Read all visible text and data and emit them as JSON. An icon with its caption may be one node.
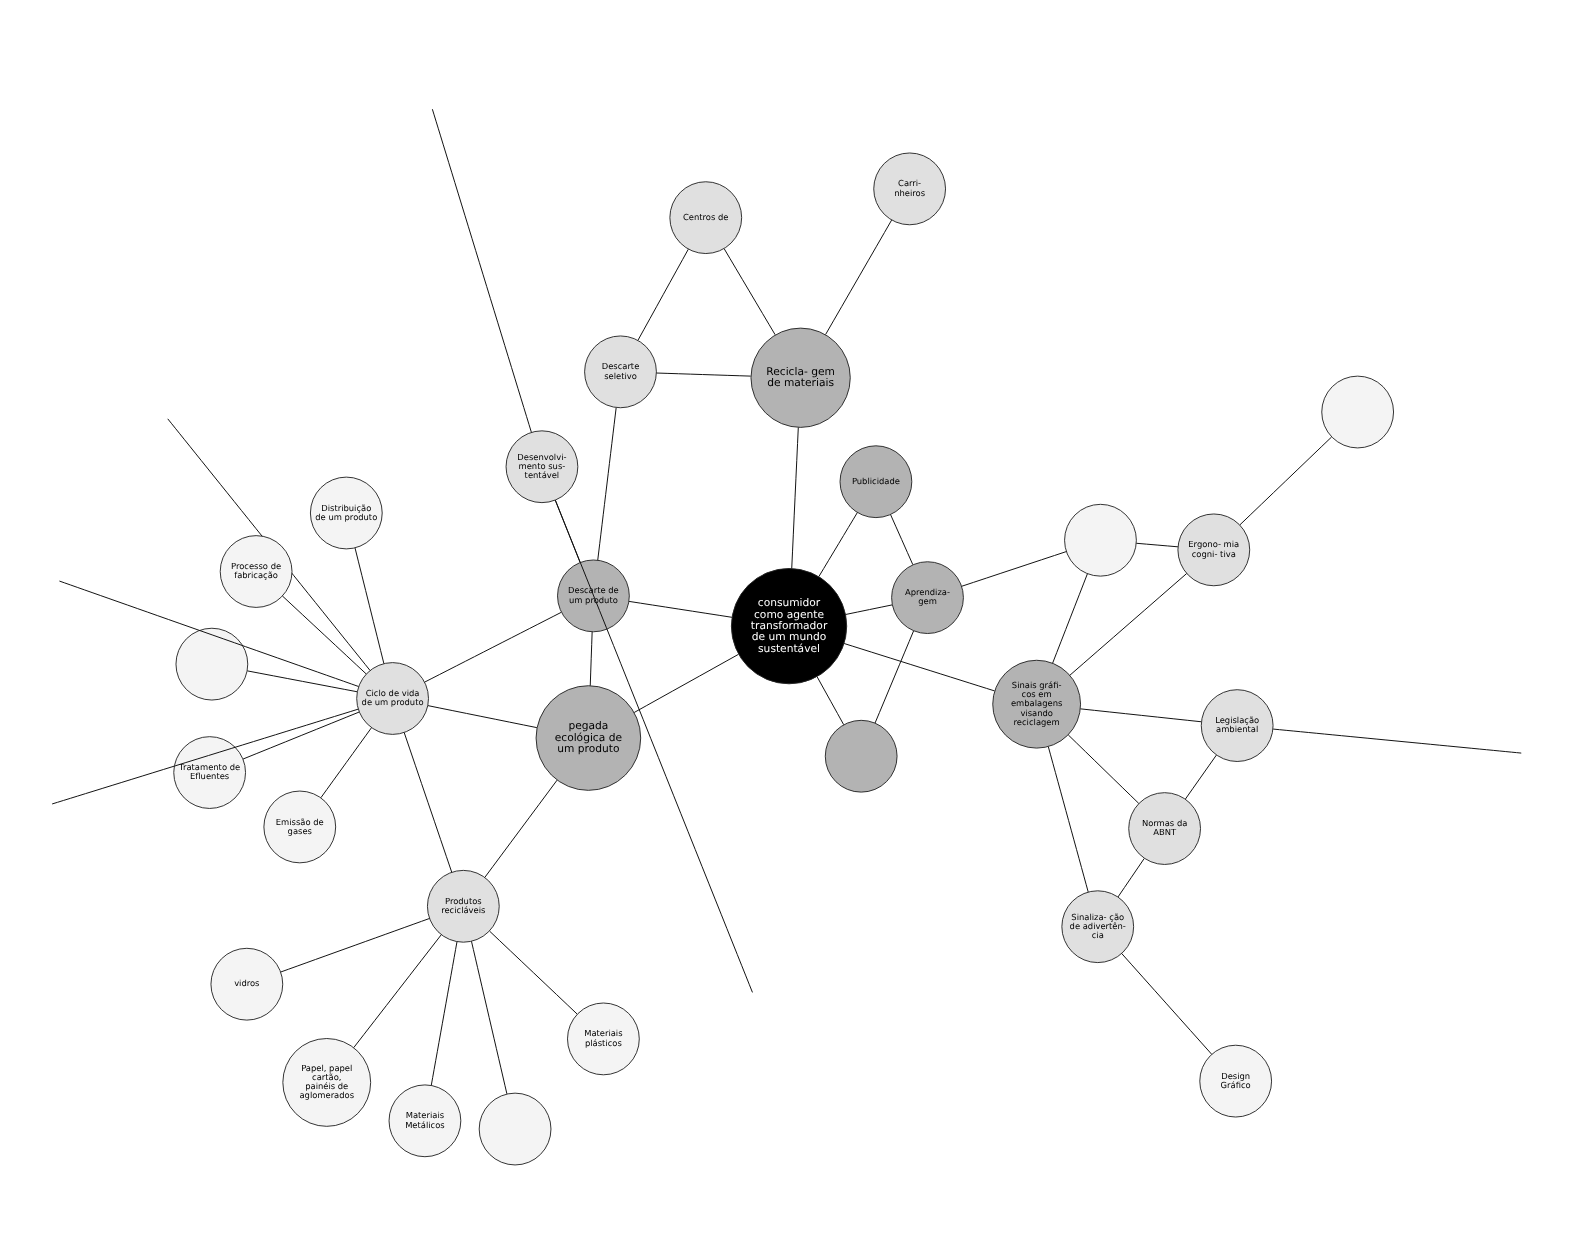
{
  "diagram": {
    "nodes": [
      {
        "text": [],
        "shape": "circle"
      },
      {
        "text": [
          "Materiais plásticos"
        ]
      },
      {
        "text": [],
        "shape": "circle"
      },
      {
        "text": [
          "vidros"
        ]
      },
      {
        "text": [
          "Tratamento de Efluentes"
        ]
      },
      {
        "text": [
          "Produtos recicláveis"
        ]
      },
      {
        "text": [
          "Papel, papel cartão, painéis de aglomerados"
        ]
      },
      {
        "text": [
          "Design Gráfico"
        ]
      },
      {
        "text": [
          "Materiais Metálicos"
        ]
      },
      {
        "text": [
          "Emissão de gases"
        ]
      },
      {
        "text": [
          "Sinaliza- ção de adivertên- cia"
        ]
      },
      {
        "text": [
          "Ciclo de vida de um produto"
        ]
      },
      {
        "text": [
          "pegada ecológica de um produto"
        ]
      },
      {
        "text": [
          "Distribuição de um produto"
        ]
      },
      {
        "text": [
          "Sinais gráfi- cos em embalagens visando reciclagem"
        ]
      },
      {
        "text": [
          "Normas da ABNT"
        ]
      },
      {
        "text": [
          "Descarte de um produto"
        ]
      },
      {
        "text": [
          "Processo de fabricação"
        ]
      },
      {
        "text": [
          "consumidor como agente transformador de um mundo sustentável"
        ]
      },
      {
        "text": [
          "Carri- nheiros"
        ]
      },
      {
        "text": [
          "Publicidade"
        ]
      },
      {
        "text": [
          "Legislação ambiental"
        ]
      },
      {
        "text": [
          "Desenvolvi- mento sus- tentável"
        ]
      },
      {
        "text": [
          "Descarte seletivo"
        ]
      },
      {
        "text": [
          "Recicla- gem de materiais"
        ]
      },
      {
        "text": [
          "Ergono- mia cogni- tiva"
        ]
      },
      {
        "text": [
          "Aprendiza- gem"
        ]
      },
      {
        "text": [
          "Centros de"
        ]
      },
      {
        "text": [],
        "shape": "circle"
      },
      {
        "text": [],
        "shape": "circle"
      },
      {
        "text": [],
        "shape": "circle"
      }
    ],
    "edges": [
      {
        "from": 11,
        "to": 0,
        "arrow": "none"
      },
      {
        "from": 11,
        "to": null,
        "arrow": "none"
      },
      {
        "from": 11,
        "to": null,
        "arrow": "none"
      },
      {
        "from": 11,
        "to": null,
        "arrow": "none"
      },
      {
        "from": 11,
        "to": 4,
        "arrow": "none"
      },
      {
        "from": 11,
        "to": 9,
        "arrow": "none"
      },
      {
        "from": 11,
        "to": 13,
        "arrow": "none"
      },
      {
        "from": 11,
        "to": 5,
        "arrow": "none"
      },
      {
        "from": 11,
        "to": 12,
        "arrow": "none"
      },
      {
        "from": 11,
        "to": 16,
        "arrow": "none"
      },
      {
        "from": 17,
        "to": 11,
        "arrow": "none"
      },
      {
        "from": 5,
        "to": 3,
        "arrow": "none"
      },
      {
        "from": 5,
        "to": 1,
        "arrow": "none"
      },
      {
        "from": 5,
        "to": 2,
        "arrow": "none"
      },
      {
        "from": 5,
        "to": 6,
        "arrow": "none"
      },
      {
        "from": 5,
        "to": 8,
        "arrow": "none"
      },
      {
        "from": 5,
        "to": 12,
        "arrow": "none"
      },
      {
        "from": 12,
        "to": 16,
        "arrow": "none"
      },
      {
        "from": 12,
        "to": 18,
        "arrow": "none"
      },
      {
        "from": 7,
        "to": 10,
        "arrow": "none"
      },
      {
        "from": 10,
        "to": 14,
        "arrow": "none"
      },
      {
        "from": 10,
        "to": 15,
        "arrow": "none"
      },
      {
        "from": 14,
        "to": 15,
        "arrow": "none"
      },
      {
        "from": 14,
        "to": 18,
        "arrow": "none"
      },
      {
        "from": 14,
        "to": 21,
        "arrow": "none"
      },
      {
        "from": 14,
        "to": 25,
        "arrow": "none"
      },
      {
        "from": 14,
        "to": 29,
        "arrow": "none"
      },
      {
        "from": 15,
        "to": 21,
        "arrow": "none"
      },
      {
        "from": 21,
        "to": null,
        "arrow": "none"
      },
      {
        "from": 16,
        "to": 18,
        "arrow": "none"
      },
      {
        "from": 16,
        "to": 23,
        "arrow": "none"
      },
      {
        "from": 16,
        "to": 22,
        "arrow": "none"
      },
      {
        "from": 19,
        "to": 24,
        "arrow": "none"
      },
      {
        "from": 23,
        "to": 24,
        "arrow": "none"
      },
      {
        "from": 23,
        "to": 27,
        "arrow": "none"
      },
      {
        "from": 27,
        "to": 24,
        "arrow": "none"
      },
      {
        "from": 18,
        "to": 24,
        "arrow": "none"
      },
      {
        "from": 18,
        "to": 20,
        "arrow": "none"
      },
      {
        "from": 18,
        "to": 26,
        "arrow": "none"
      },
      {
        "from": 18,
        "to": 28,
        "arrow": "none"
      },
      {
        "from": 20,
        "to": 26,
        "arrow": "none"
      },
      {
        "from": 26,
        "to": 28,
        "arrow": "none"
      },
      {
        "from": 26,
        "to": 29,
        "arrow": "none"
      },
      {
        "from": 25,
        "to": 29,
        "arrow": "none"
      },
      {
        "from": 25,
        "to": 30,
        "arrow": "none"
      },
      {
        "from": 22,
        "to": null,
        "arrow": "none"
      },
      {
        "from": 22,
        "to": null,
        "arrow": "none"
      }
    ]
  }
}
